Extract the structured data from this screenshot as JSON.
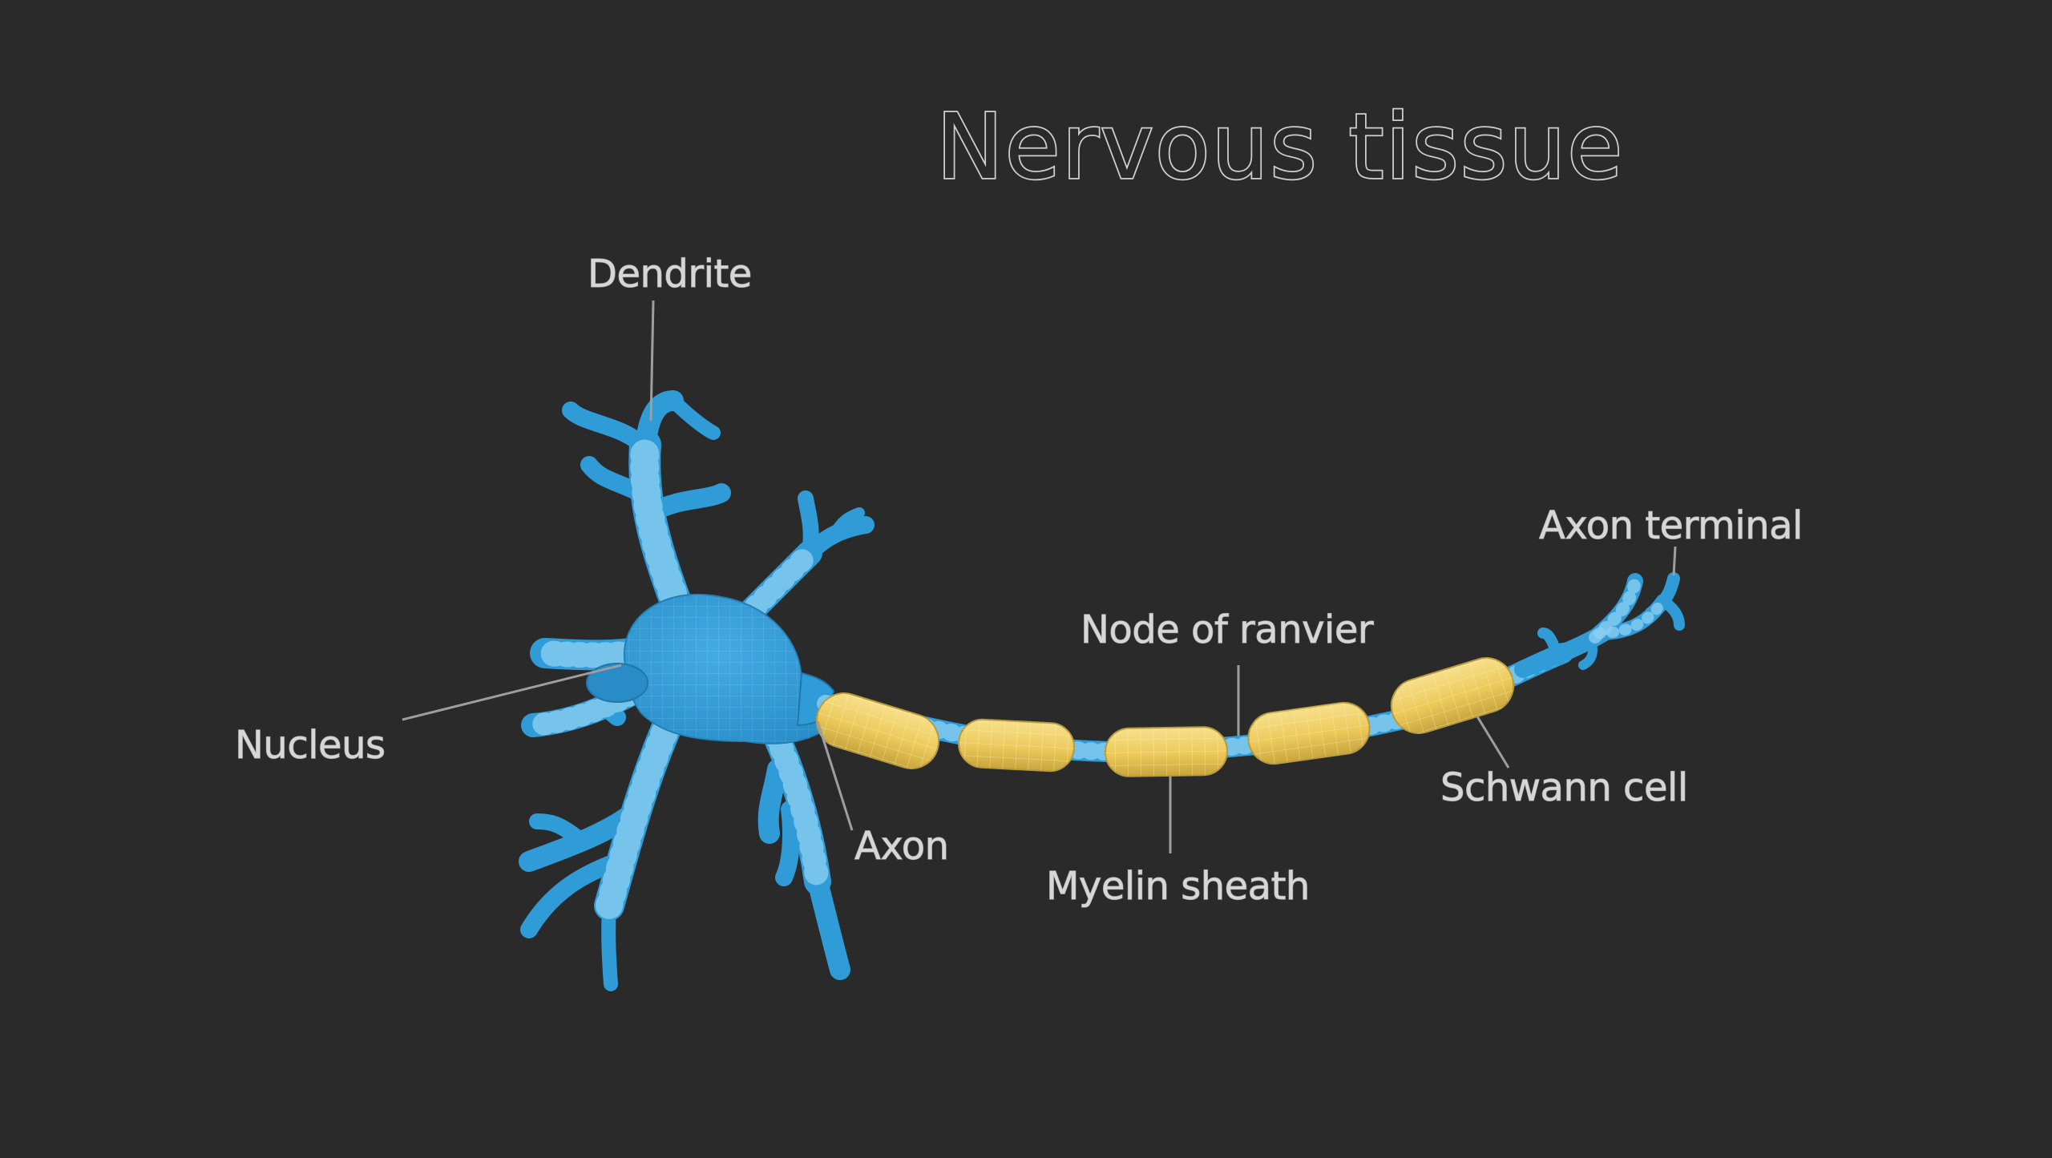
{
  "title": "Nervous tissue",
  "labels": {
    "dendrite": "Dendrite",
    "nucleus": "Nucleus",
    "axon": "Axon",
    "node_of_ranvier": "Node of ranvier",
    "myelin_sheath": "Myelin sheath",
    "schwann_cell": "Schwann cell",
    "axon_terminal": "Axon terminal"
  },
  "colors": {
    "background": "#2a2a2a",
    "neuron": "#2f9bd7",
    "myelin": "#efd066",
    "label": "#d6d6d6"
  }
}
